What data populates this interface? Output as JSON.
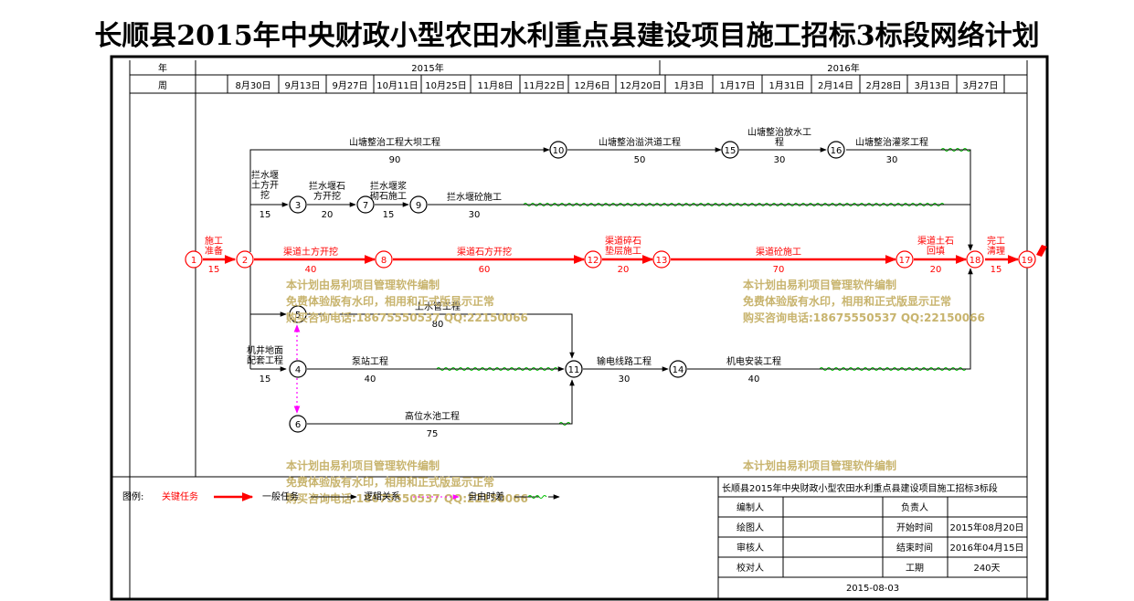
{
  "title": "长顺县2015年中央财政小型农田水利重点县建设项目施工招标3标段网络计划",
  "header": {
    "year_label": "年",
    "week_label": "周",
    "years": [
      "2015年",
      "2016年"
    ],
    "weeks": [
      "8月30日",
      "9月13日",
      "9月27日",
      "10月11日",
      "10月25日",
      "11月8日",
      "11月22日",
      "12月6日",
      "12月20日",
      "1月3日",
      "1月17日",
      "1月31日",
      "2月14日",
      "2月28日",
      "3月13日",
      "3月27日"
    ]
  },
  "nodes": [
    "1",
    "2",
    "3",
    "4",
    "5",
    "6",
    "7",
    "8",
    "9",
    "10",
    "11",
    "12",
    "13",
    "14",
    "15",
    "16",
    "17",
    "18",
    "19"
  ],
  "tasks": [
    {
      "name": "施工\n准备",
      "duration": "15",
      "critical": true
    },
    {
      "name": "渠道土方开挖",
      "duration": "40",
      "critical": true
    },
    {
      "name": "渠道石方开挖",
      "duration": "60",
      "critical": true
    },
    {
      "name": "渠道碎石\n垫层施工",
      "duration": "20",
      "critical": true
    },
    {
      "name": "渠道砼施工",
      "duration": "70",
      "critical": true
    },
    {
      "name": "渠道土石\n回填",
      "duration": "20",
      "critical": true
    },
    {
      "name": "完工\n清理",
      "duration": "15",
      "critical": true
    },
    {
      "name": "山塘整治工程大坝工程",
      "duration": "90",
      "critical": false
    },
    {
      "name": "山塘整治溢洪道工程",
      "duration": "50",
      "critical": false
    },
    {
      "name": "山塘整治放水工\n程",
      "duration": "30",
      "critical": false
    },
    {
      "name": "山塘整治灌浆工程",
      "duration": "30",
      "critical": false
    },
    {
      "name": "拦水堰\n土方开\n挖",
      "duration": "15",
      "critical": false
    },
    {
      "name": "拦水堰石\n方开挖",
      "duration": "20",
      "critical": false
    },
    {
      "name": "拦水堰浆\n砌石施工",
      "duration": "15",
      "critical": false
    },
    {
      "name": "拦水堰砼施工",
      "duration": "30",
      "critical": false
    },
    {
      "name": "上水管工程",
      "duration": "80",
      "critical": false
    },
    {
      "name": "机井地面\n配套工程",
      "duration": "15",
      "critical": false
    },
    {
      "name": "泵站工程",
      "duration": "40",
      "critical": false
    },
    {
      "name": "高位水池工程",
      "duration": "75",
      "critical": false
    },
    {
      "name": "输电线路工程",
      "duration": "30",
      "critical": false
    },
    {
      "name": "机电安装工程",
      "duration": "40",
      "critical": false
    }
  ],
  "watermark": {
    "line1": "本计划由易利项目管理软件编制",
    "line2": "免费体验版有水印，相用和正式版显示正常",
    "line3": "购买咨询电话:18675550537 QQ:22150066"
  },
  "legend": {
    "label": "图例:",
    "critical": "关键任务",
    "normal": "一般任务",
    "logic": "逻辑关系",
    "float": "自由时差"
  },
  "info_table": {
    "project_name": "长顺县2015年中央财政小型农田水利重点县建设项目施工招标3标段",
    "rows": [
      {
        "label": "编制人",
        "value": "",
        "label2": "负责人",
        "value2": ""
      },
      {
        "label": "绘图人",
        "value": "",
        "label2": "开始时间",
        "value2": "2015年08月20日"
      },
      {
        "label": "审核人",
        "value": "",
        "label2": "结束时间",
        "value2": "2016年04月15日"
      },
      {
        "label": "校对人",
        "value": "",
        "label2": "工期",
        "value2": "240天"
      }
    ],
    "date": "2015-08-03"
  },
  "colors": {
    "critical": "#ff0000",
    "normal": "#000000",
    "logic": "#ff00ff",
    "float": "#00c000",
    "watermark": "#c8b46e"
  }
}
